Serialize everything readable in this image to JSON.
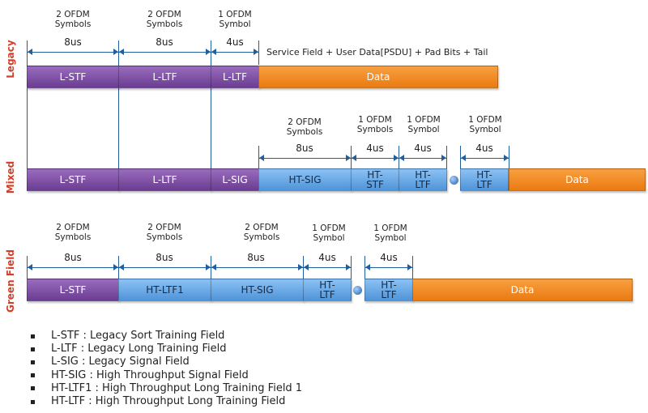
{
  "rows": {
    "legacy": {
      "label": "Legacy",
      "headers": [
        {
          "id": "h1",
          "line1": "2 OFDM",
          "line2": "Symbols"
        },
        {
          "id": "h2",
          "line1": "2 OFDM",
          "line2": "Symbols"
        },
        {
          "id": "h3",
          "line1": "1 OFDM",
          "line2": "Symbol"
        }
      ],
      "durations": [
        "8us",
        "8us",
        "4us"
      ],
      "note": "Service Field + User Data[PSDU] + Pad Bits + Tail",
      "fields": [
        "L-STF",
        "L-LTF",
        "L-LTF",
        "Data"
      ]
    },
    "mixed": {
      "label": "Mixed",
      "headers": [
        {
          "id": "h1",
          "line1": "2 OFDM",
          "line2": "Symbols"
        },
        {
          "id": "h2",
          "line1": "1 OFDM",
          "line2": "Symbols"
        },
        {
          "id": "h3",
          "line1": "1 OFDM",
          "line2": "Symbol"
        },
        {
          "id": "h4",
          "line1": "1 OFDM",
          "line2": "Symbol"
        }
      ],
      "durations": [
        "8us",
        "4us",
        "4us",
        "4us"
      ],
      "fields": [
        "L-STF",
        "L-LTF",
        "L-SIG",
        "HT-SIG",
        "HT-\nSTF",
        "HT-\nLTF",
        "HT-\nLTF",
        "Data"
      ]
    },
    "green": {
      "label": "Green Field",
      "headers": [
        {
          "id": "h1",
          "line1": "2 OFDM",
          "line2": "Symbols"
        },
        {
          "id": "h2",
          "line1": "2 OFDM",
          "line2": "Symbols"
        },
        {
          "id": "h3",
          "line1": "2 OFDM",
          "line2": "Symbols"
        },
        {
          "id": "h4",
          "line1": "1 OFDM",
          "line2": "Symbol"
        },
        {
          "id": "h5",
          "line1": "1 OFDM",
          "line2": "Symbol"
        }
      ],
      "durations": [
        "8us",
        "8us",
        "8us",
        "4us",
        "4us"
      ],
      "fields": [
        "L-STF",
        "HT-LTF1",
        "HT-SIG",
        "HT-\nLTF",
        "HT-\nLTF",
        "Data"
      ]
    }
  },
  "legend": [
    "L-STF : Legacy Sort Training Field",
    "L-LTF : Legacy Long Training Field",
    "L-SIG : Legacy Signal Field",
    "HT-SIG : High Throughput Signal Field",
    "HT-LTF1 : High Throughput Long Training Field 1",
    "HT-LTF : High Throughput Long Training Field"
  ],
  "colors": {
    "legacy_field": "#7b4ea6",
    "ht_field": "#5ea3e6",
    "data_field": "#f08a1e",
    "row_label": "#d0402a",
    "arrow": "#1f5fa0"
  }
}
